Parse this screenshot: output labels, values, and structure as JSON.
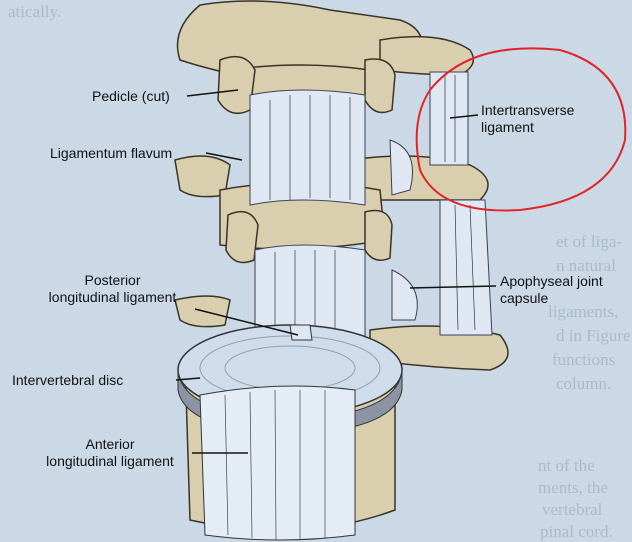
{
  "labels": {
    "pedicle": "Pedicle (cut)",
    "flavum": "Ligamentum flavum",
    "posterior_1": "Posterior",
    "posterior_2": "longitudinal ligament",
    "disc": "Intervertebral disc",
    "anterior_1": "Anterior",
    "anterior_2": "longitudinal ligament",
    "intertransverse_1": "Intertransverse",
    "intertransverse_2": "ligament",
    "apophyseal_1": "Apophyseal joint",
    "apophyseal_2": "capsule"
  },
  "background_text": [
    "atically.",
    "et of liga-",
    "n natural",
    "ligaments,",
    "d in Figure",
    "functions",
    "column.",
    "nt of the",
    "ments, the",
    "vertebral",
    "pinal cord."
  ],
  "colors": {
    "annotation_circle": "#e0242a",
    "bone": "#d9cfae",
    "ligament": "#dfe8f2",
    "background": "#cbd9e6"
  }
}
